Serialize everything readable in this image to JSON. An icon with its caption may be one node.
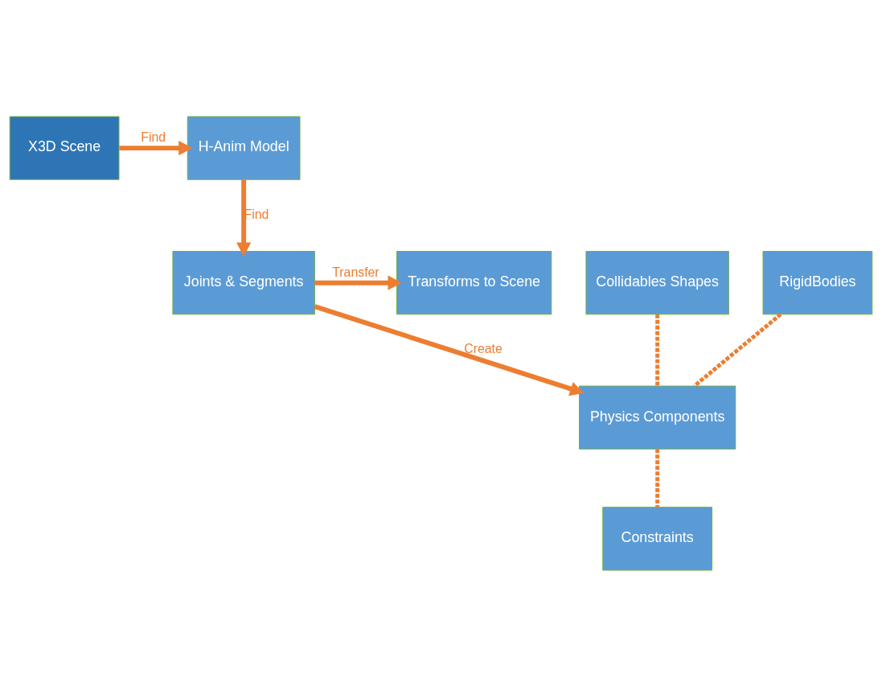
{
  "diagram": {
    "nodes": [
      {
        "text": [
          "X3D Scene"
        ]
      },
      {
        "text": [
          "H-Anim Model"
        ]
      },
      {
        "text": [
          "Collidables Shapes"
        ]
      },
      {
        "text": [
          "RigidBodies"
        ]
      },
      {
        "text": [
          "Transforms to Scene"
        ]
      },
      {
        "text": [
          "Joints & Segments"
        ]
      },
      {
        "text": [
          "Physics Components"
        ]
      },
      {
        "text": [
          "Constraints"
        ]
      }
    ],
    "edges": [
      {
        "from": 0,
        "to": 1,
        "arrow": "to",
        "label": "Find"
      },
      {
        "from": 1,
        "to": 5,
        "arrow": "to",
        "label": "Find"
      },
      {
        "from": 5,
        "to": 4,
        "arrow": "to",
        "label": "Transfer"
      },
      {
        "from": 5,
        "to": 6,
        "arrow": "to",
        "label": "Create"
      },
      {
        "from": 2,
        "to": 6,
        "arrow": "none",
        "style": "dashed"
      },
      {
        "from": 3,
        "to": 6,
        "arrow": "none",
        "style": "dashed"
      },
      {
        "from": 6,
        "to": 7,
        "arrow": "none",
        "style": "dashed"
      }
    ]
  }
}
